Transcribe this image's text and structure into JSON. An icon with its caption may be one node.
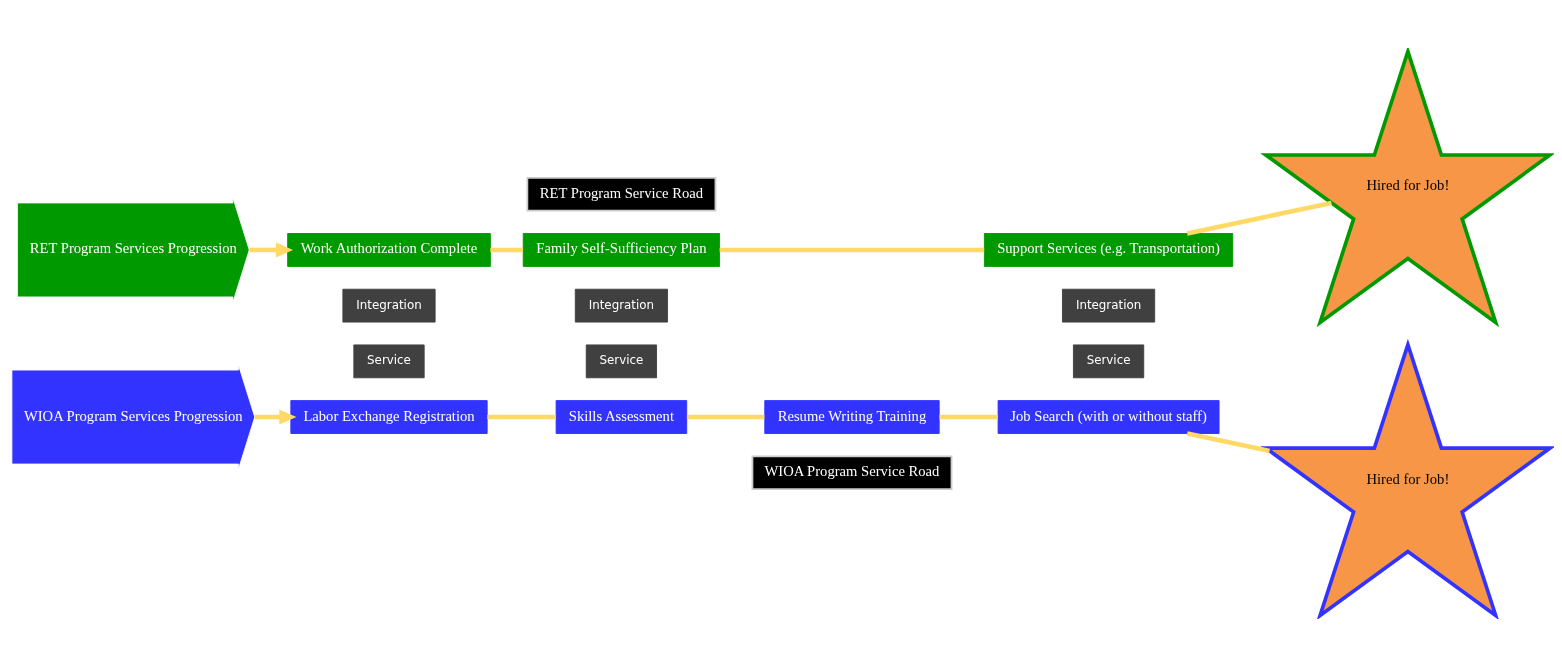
{
  "diagram": {
    "nodes": [
      {
        "text": [
          "RET Program Service Road"
        ]
      },
      {
        "text": [
          "RET Program Services Progression"
        ]
      },
      {
        "text": [
          "Work Authorization Complete"
        ]
      },
      {
        "text": [
          "Family Self-Sufficiency Plan"
        ]
      },
      {
        "text": [
          "Support Services (e.g. Transportation)"
        ]
      },
      {
        "text": [
          "Hired for Job!"
        ]
      },
      {
        "text": [
          "WIOA Program Services Progression"
        ]
      },
      {
        "text": [
          "Labor Exchange Registration"
        ]
      },
      {
        "text": [
          "Skills Assessment"
        ]
      },
      {
        "text": [
          "Resume Writing Training"
        ]
      },
      {
        "text": [
          "Job Search (with or without staff)"
        ]
      },
      {
        "text": [
          "Hired for Job!"
        ]
      },
      {
        "text": [
          "WIOA Program Service Road"
        ]
      }
    ],
    "edges": [
      {
        "from": 1,
        "to": 2,
        "arrow": "to"
      },
      {
        "from": 2,
        "to": 3,
        "arrow": "none"
      },
      {
        "from": 3,
        "to": 4,
        "arrow": "none"
      },
      {
        "from": 4,
        "to": 5,
        "arrow": "none"
      },
      {
        "from": 6,
        "to": 7,
        "arrow": "to"
      },
      {
        "from": 7,
        "to": 8,
        "arrow": "none"
      },
      {
        "from": 8,
        "to": 9,
        "arrow": "none"
      },
      {
        "from": 9,
        "to": 10,
        "arrow": "none"
      },
      {
        "from": 10,
        "to": 11,
        "arrow": "none"
      }
    ],
    "labels": [
      "Integration",
      "Service",
      "Integration",
      "Service",
      "Integration",
      "Service"
    ]
  }
}
